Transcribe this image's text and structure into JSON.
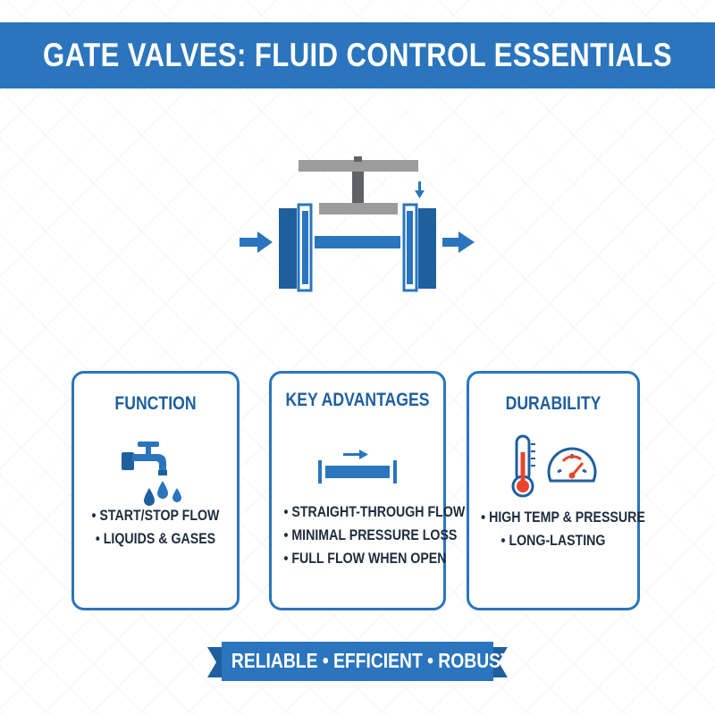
{
  "title": "GATE VALVES: FLUID CONTROL ESSENTIALS",
  "colors": {
    "primary": "#2a75bd",
    "dark_blue": "#1f5f9e",
    "stem_gray": "#9c9c9c",
    "accent_red": "#e8452c"
  },
  "diagram": {
    "icon": "gate-valve-cross-section"
  },
  "cards": [
    {
      "title": "FUNCTION",
      "icon": "faucet-droplets-icon",
      "items": [
        "• START/STOP FLOW",
        "• LIQUIDS & GASES"
      ]
    },
    {
      "title": "KEY ADVANTAGES",
      "icon": "straight-pipe-flow-icon",
      "items": [
        "• STRAIGHT-THROUGH FLOW",
        "• MINIMAL PRESSURE LOSS",
        "• FULL FLOW WHEN OPEN"
      ]
    },
    {
      "title": "DURABILITY",
      "icon": "thermometer-pressure-gauge-icon",
      "items": [
        "• HIGH TEMP & PRESSURE",
        "• LONG-LASTING"
      ]
    }
  ],
  "banner": "RELIABLE • EFFICIENT • ROBUST"
}
